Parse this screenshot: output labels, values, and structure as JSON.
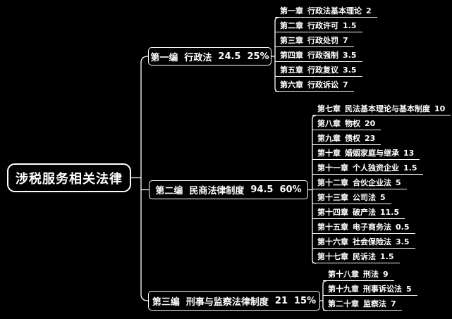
{
  "colors": {
    "background": "#000000",
    "line": "#ffffff",
    "text": "#ffffff"
  },
  "root": {
    "label": "涉税服务相关法律"
  },
  "branches": [
    {
      "part": "第一编",
      "title": "行政法",
      "hours": "24.5",
      "percent": "25%",
      "chapters": [
        {
          "no": "第一章",
          "title": "行政法基本理论",
          "hours": "2"
        },
        {
          "no": "第二章",
          "title": "行政许可",
          "hours": "1.5"
        },
        {
          "no": "第三章",
          "title": "行政处罚",
          "hours": "7"
        },
        {
          "no": "第四章",
          "title": "行政强制",
          "hours": "3.5"
        },
        {
          "no": "第五章",
          "title": "行政复议",
          "hours": "3.5"
        },
        {
          "no": "第六章",
          "title": "行政诉讼",
          "hours": "7"
        }
      ]
    },
    {
      "part": "第二编",
      "title": "民商法律制度",
      "hours": "94.5",
      "percent": "60%",
      "chapters": [
        {
          "no": "第七章",
          "title": "民法基本理论与基本制度",
          "hours": "10"
        },
        {
          "no": "第八章",
          "title": "物权",
          "hours": "20"
        },
        {
          "no": "第九章",
          "title": "债权",
          "hours": "23"
        },
        {
          "no": "第十章",
          "title": "婚姻家庭与继承",
          "hours": "13"
        },
        {
          "no": "第十一章",
          "title": "个人独资企业",
          "hours": "1.5"
        },
        {
          "no": "第十二章",
          "title": "合伙企业法",
          "hours": "5"
        },
        {
          "no": "第十三章",
          "title": "公司法",
          "hours": "5"
        },
        {
          "no": "第十四章",
          "title": "破产法",
          "hours": "11.5"
        },
        {
          "no": "第十五章",
          "title": "电子商务法",
          "hours": "0.5"
        },
        {
          "no": "第十六章",
          "title": "社会保险法",
          "hours": "3.5"
        },
        {
          "no": "第十七章",
          "title": "民诉法",
          "hours": "1.5"
        }
      ]
    },
    {
      "part": "第三编",
      "title": "刑事与监察法律制度",
      "hours": "21",
      "percent": "15%",
      "chapters": [
        {
          "no": "第十八章",
          "title": "刑法",
          "hours": "9"
        },
        {
          "no": "第十九章",
          "title": "刑事诉讼法",
          "hours": "5"
        },
        {
          "no": "第二十章",
          "title": "监察法",
          "hours": "7"
        }
      ]
    }
  ]
}
